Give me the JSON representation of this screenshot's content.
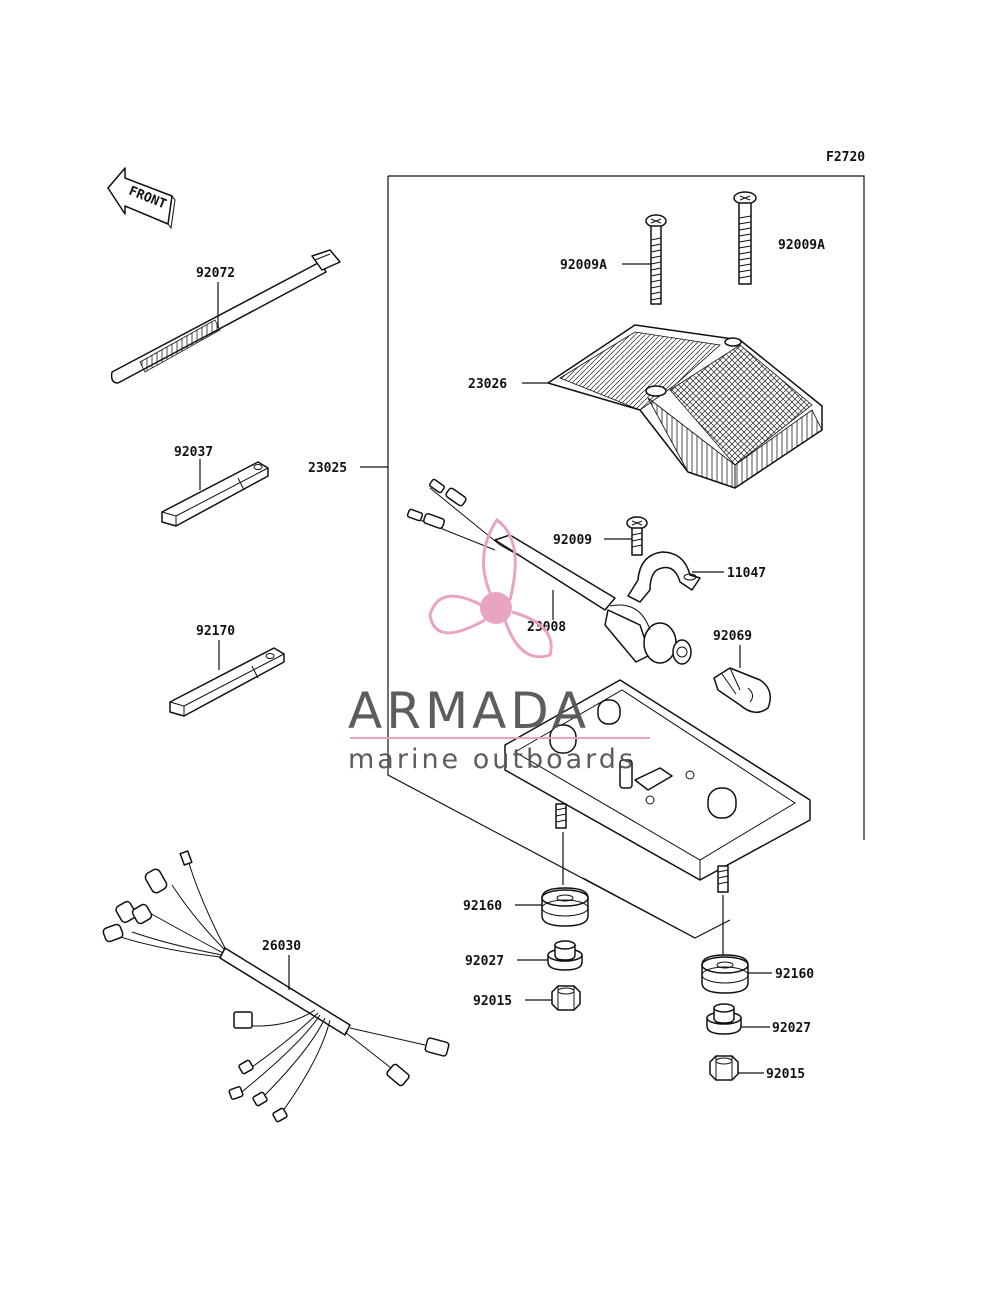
{
  "diagram": {
    "code": "F2720",
    "front_label": "FRONT",
    "parts": [
      {
        "id": "p92072",
        "number": "92072"
      },
      {
        "id": "p92037",
        "number": "92037"
      },
      {
        "id": "p92170",
        "number": "92170"
      },
      {
        "id": "p26030",
        "number": "26030"
      },
      {
        "id": "p23025",
        "number": "23025"
      },
      {
        "id": "p92009a_1",
        "number": "92009A"
      },
      {
        "id": "p92009a_2",
        "number": "92009A"
      },
      {
        "id": "p23026",
        "number": "23026"
      },
      {
        "id": "p92009",
        "number": "92009"
      },
      {
        "id": "p11047",
        "number": "11047"
      },
      {
        "id": "p23008",
        "number": "23008"
      },
      {
        "id": "p92069",
        "number": "92069"
      },
      {
        "id": "p92160_1",
        "number": "92160"
      },
      {
        "id": "p92027_1",
        "number": "92027"
      },
      {
        "id": "p92015_1",
        "number": "92015"
      },
      {
        "id": "p92160_2",
        "number": "92160"
      },
      {
        "id": "p92027_2",
        "number": "92027"
      },
      {
        "id": "p92015_2",
        "number": "92015"
      }
    ]
  },
  "watermark": {
    "brand": "ARMADA",
    "tagline": "marine outboards",
    "logo_icon": "propeller-icon",
    "colors": {
      "logo": "#e8a0c0",
      "text": "#555555"
    }
  }
}
